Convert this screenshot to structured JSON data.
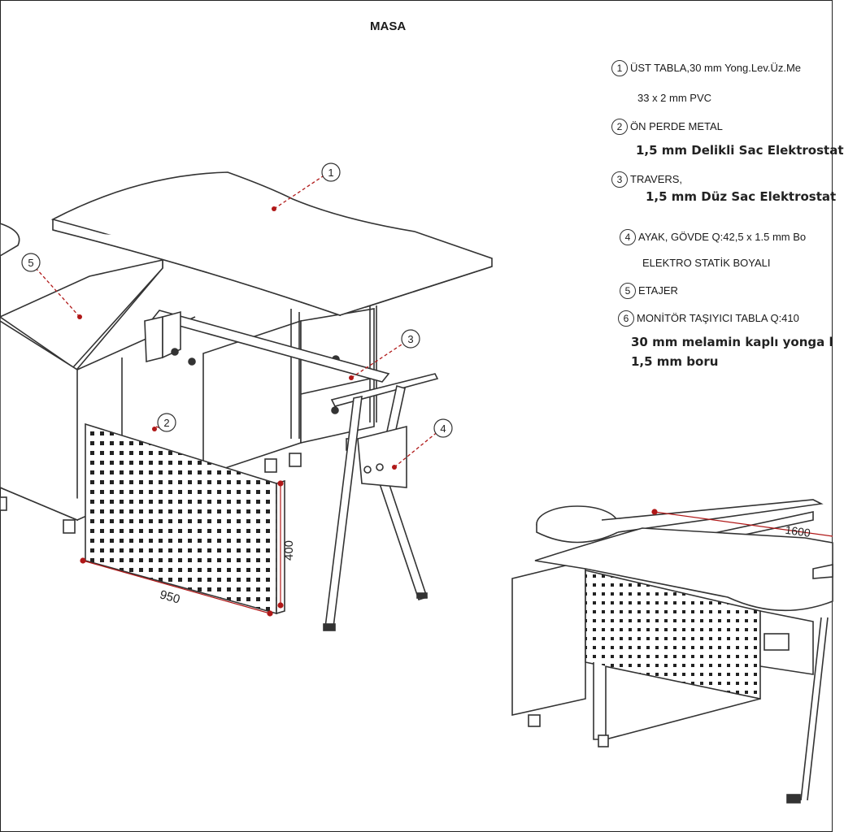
{
  "title": "MASA",
  "specs": [
    {
      "num": "1",
      "text": "ÜST TABLA,30 mm Yong.Lev.Üz.Me"
    },
    {
      "num": "2",
      "text": "ÖN PERDE METAL"
    },
    {
      "num": "3",
      "text": "TRAVERS,"
    },
    {
      "num": "4",
      "text": "AYAK, GÖVDE Q:42,5 x 1.5 mm Bo"
    },
    {
      "num": "5",
      "text": "ETAJER"
    },
    {
      "num": "6",
      "text": "MONİTÖR TAŞIYICI  TABLA Q:410"
    }
  ],
  "spec_sub": {
    "pvc": "33 x 2 mm PVC",
    "front_panel": "1,5 mm Delikli Sac Elektrostat",
    "travers": "1,5 mm Düz Sac Elektrostat",
    "leg_paint": "ELEKTRO STATİK  BOYALI",
    "monitor_top": "30 mm melamin kaplı yonga l",
    "monitor_pipe": "1,5 mm boru"
  },
  "callouts": {
    "c1": "1",
    "c2": "2",
    "c3": "3",
    "c4": "4",
    "c5": "5"
  },
  "dimensions": {
    "width": "950",
    "height": "400",
    "depth": "1600"
  },
  "colors": {
    "line": "#333333",
    "callout": "#b01818",
    "fill": "#ffffff"
  }
}
